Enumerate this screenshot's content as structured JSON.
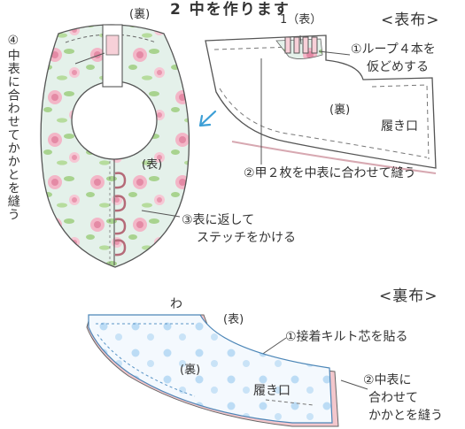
{
  "title": "2 中を作ります",
  "top": {
    "heading": "<表布>",
    "bib": {
      "back_label": "(裏)",
      "front_label": "(表)"
    },
    "step4_vertical": "④中表に合わせてかかとを縫う",
    "count_label": "1（表）",
    "loop_note": [
      "①ループ４本を",
      "仮どめする"
    ],
    "piece_back": "(裏)",
    "heel_opening": "履き口",
    "step2": "②甲２枚を中表に合わせて縫う",
    "step3": [
      "③表に返して",
      "ステッチをかける"
    ]
  },
  "bottom": {
    "heading": "<裏布>",
    "fold": "わ",
    "front": "(表)",
    "step1": "①接着キルト芯を貼る",
    "back": "(裏)",
    "heel_opening": "履き口",
    "step2": [
      "②中表に",
      "合わせて",
      "かかとを縫う"
    ]
  },
  "colors": {
    "floral_bg": "#e4f1ea",
    "rose": "#f0a9bd",
    "leaf": "#9fcf87",
    "lining_blue": "#b9d8f2",
    "pink_edge": "#f3c7cc",
    "arrow": "#3d9fd6",
    "outline": "#555555"
  }
}
